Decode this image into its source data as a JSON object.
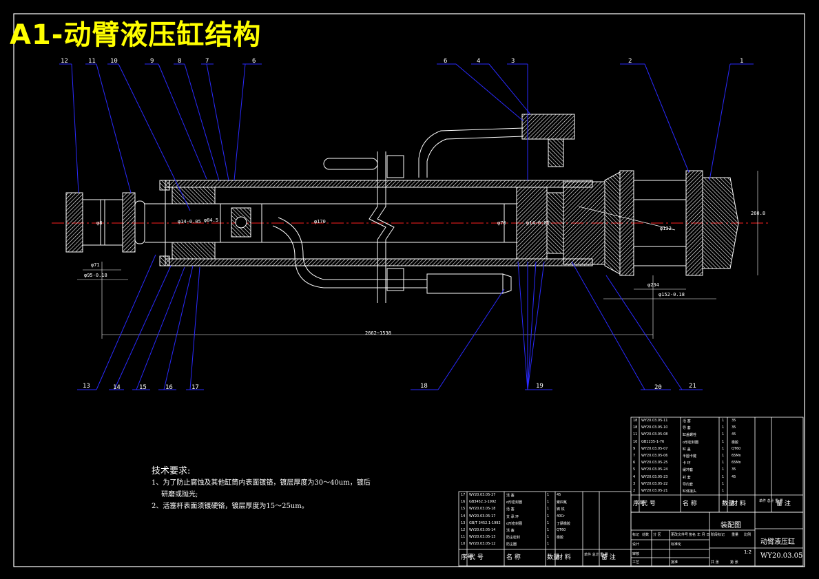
{
  "title": "A1-动臂液压缸结构",
  "requirements": {
    "title": "技术要求:",
    "line1": "1、为了防止腐蚀及其他缸筒内表面镀铬，镀层厚度为30～40um，镀后",
    "line1b": "研磨或抛光;",
    "line2": "2、活塞杆表面须镀硬铬，镀层厚度为15～25um。"
  },
  "balloons_top": [
    "12",
    "11",
    "10",
    "9",
    "8",
    "7",
    "6",
    "6",
    "4",
    "3",
    "2",
    "1"
  ],
  "balloons_bottom": [
    "13",
    "14",
    "15",
    "16",
    "17",
    "18",
    "19",
    "20",
    "21"
  ],
  "dimensions": {
    "d71": "φ71",
    "d95": "φ95-0.18",
    "d8": "φ8",
    "d14": "φ14-0.05",
    "d84": "φ84.5",
    "d170": "φ170",
    "d70": "φ70",
    "d14b": "φ14-0.05",
    "d132": "φ132",
    "d234": "φ234",
    "d152": "φ152-0.18",
    "d260": "260.8",
    "length": "2662~1538"
  },
  "bom_upper": {
    "rows": [
      [
        "18",
        "WY20.03.05-11",
        "活 塞",
        "1",
        "35",
        ""
      ],
      [
        "18",
        "WY20.03.05-10",
        "导 套",
        "1",
        "35",
        ""
      ],
      [
        "11",
        "WY20.03.05-08",
        "缸盖螺栓",
        "1",
        "45",
        ""
      ],
      [
        "10",
        "GB1235-1-76",
        "o形密封圈",
        "1",
        "橡胶",
        ""
      ],
      [
        "9",
        "WY20.03.05-07",
        "缸 盖",
        "1",
        "QT60",
        ""
      ],
      [
        "7",
        "WY20.03.05-06",
        "半圆卡键",
        "1",
        "65Mn",
        ""
      ],
      [
        "6",
        "WY20.03.05-25",
        "卡 环",
        "1",
        "65Mn",
        ""
      ],
      [
        "5",
        "WY20.03.05-24",
        "缓冲套",
        "1",
        "35",
        ""
      ],
      [
        "4",
        "WY20.03.05-23",
        "衬 套",
        "1",
        "45",
        ""
      ],
      [
        "3",
        "WY20.03.05-22",
        "导向套",
        "1",
        "",
        ""
      ],
      [
        "2",
        "WY20.03.05-21",
        "缸体接头",
        "1",
        "",
        ""
      ]
    ],
    "header": [
      "序号",
      "代 号",
      "名 称",
      "数量",
      "材 料",
      "单件 总计 重 量",
      "备 注"
    ]
  },
  "bom_lower": {
    "rows": [
      [
        "17",
        "WY20.03.05-27",
        "活 塞",
        "1",
        "45",
        ""
      ],
      [
        "16",
        "GB3452.1-1992",
        "o形密封圈",
        "1",
        "聚四氟",
        ""
      ],
      [
        "15",
        "WY20.03.05-18",
        "活 塞",
        "1",
        "铸 铁",
        ""
      ],
      [
        "14",
        "WY20.03.05-17",
        "支 承 环",
        "1",
        "40Cr",
        ""
      ],
      [
        "13",
        "GB/T 3452.1-1992",
        "o形密封圈",
        "1",
        "丁腈橡胶",
        ""
      ],
      [
        "12",
        "WY20.03.05-14",
        "活 塞",
        "1",
        "QT60",
        ""
      ],
      [
        "11",
        "WY20.03.05-13",
        "防尘密封",
        "1",
        "橡胶",
        ""
      ],
      [
        "10",
        "WY20.03.05-12",
        "防尘圈",
        "1",
        "",
        ""
      ]
    ],
    "header": [
      "序号",
      "代 号",
      "名 称",
      "数量",
      "材 料",
      "单件 总计 重 量",
      "备 注"
    ]
  },
  "title_block": {
    "assembly": "装配图",
    "name": "动臂液压缸",
    "code": "WY20.03.05",
    "scale": "1:2",
    "labels": [
      "标记",
      "处数",
      "分 区",
      "更改文件号",
      "签名",
      "年 月 日",
      "设计",
      "标准化",
      "审核",
      "工艺",
      "批准",
      "阶段标记",
      "重量",
      "比例",
      "共 张",
      "第 张"
    ]
  },
  "colors": {
    "title": "#ffff00",
    "leader": "#2a2aff",
    "centerline": "#ff2020",
    "outline": "#ffffff",
    "frame": "#ffffff"
  }
}
